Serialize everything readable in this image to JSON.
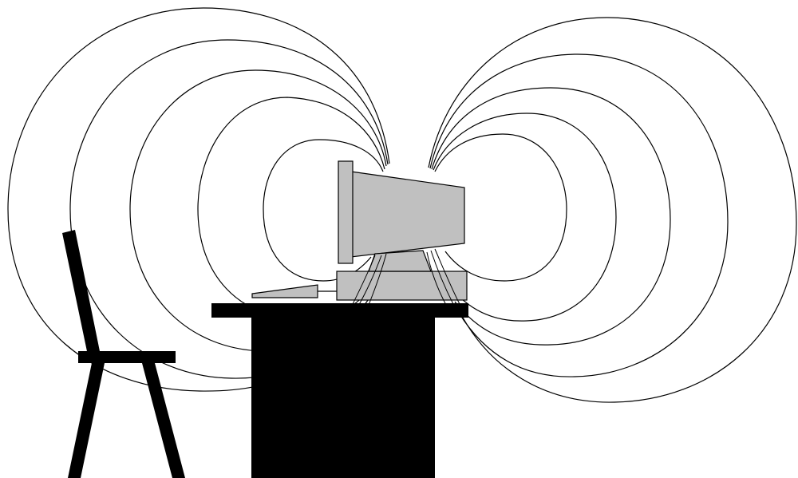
{
  "palette": {
    "background": "#ffffff",
    "field_lines": "#000000",
    "furniture": "#000000",
    "computer_fill": "#c0c0c0",
    "computer_outline": "#000000"
  },
  "scene": {
    "objects": [
      "chair",
      "desk",
      "monitor",
      "computer-case",
      "keyboard",
      "magnetic-field-lines"
    ],
    "field_line_count_left": 5,
    "field_line_count_right": 5
  }
}
